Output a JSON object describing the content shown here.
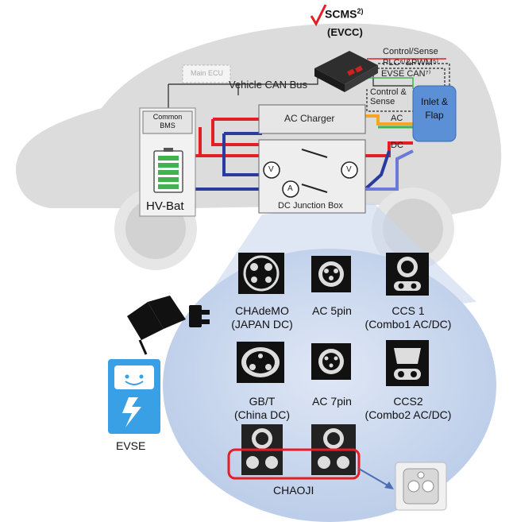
{
  "scms": {
    "label": "SCMS",
    "superscript": "2)",
    "sublabel": "(EVCC)"
  },
  "vehicle": {
    "main_ecu": "Main ECU",
    "can_bus": "Vehicle CAN Bus",
    "common_bms": "Common BMS",
    "ac_charger": "AC Charger",
    "dc_junction_box": "DC Junction Box",
    "hv_bat": "HV-Bat",
    "control_sense_top": "Control/Sense",
    "plc_pwm": "PLC⁶⁾&PWM⁵⁾",
    "evse_can": "EVSE CAN⁷⁾",
    "control_sense_mid": "Control & Sense",
    "inlet_flap": "Inlet & Flap",
    "ac": "AC",
    "dc": "DC",
    "voltmeter": "V",
    "ammeter": "A"
  },
  "evse_label": "EVSE",
  "connectors": [
    {
      "line1": "CHAdeMO",
      "line2": "(JAPAN DC)"
    },
    {
      "line1": "AC 5pin",
      "line2": ""
    },
    {
      "line1": "CCS 1",
      "line2": "(Combo1 AC/DC)"
    },
    {
      "line1": "GB/T",
      "line2": "(China DC)"
    },
    {
      "line1": "AC 7pin",
      "line2": ""
    },
    {
      "line1": "CCS2",
      "line2": "(Combo2 AC/DC)"
    }
  ],
  "chaoji": "CHAOJI",
  "colors": {
    "red": "#e31e24",
    "blue": "#2b3a9f",
    "orange": "#f5a623",
    "green": "#3fb34f",
    "inlet": "#5b8fd6",
    "bubble": "#c9d7ee"
  }
}
